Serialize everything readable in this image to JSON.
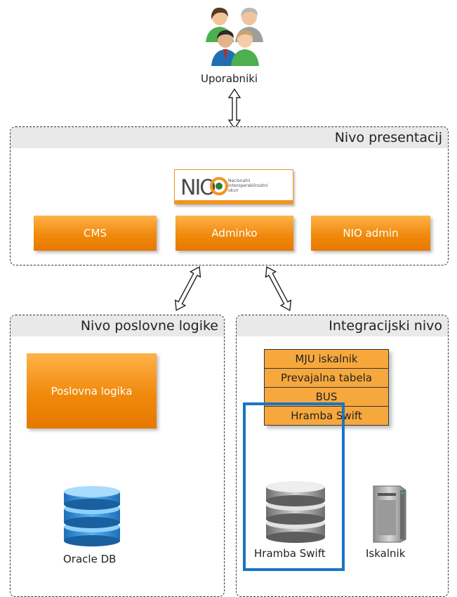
{
  "users": {
    "label": "Uporabniki",
    "icon": "users-group-icon"
  },
  "presentation_tier": {
    "title": "Nivo presentacij",
    "logo": {
      "text": "NIO",
      "subtitle_lines": [
        "Nacionalni",
        "interoperabilnostni",
        "okvir"
      ]
    },
    "buttons": [
      "CMS",
      "Adminko",
      "NIO admin"
    ]
  },
  "business_tier": {
    "title": "Nivo poslovne logike",
    "box": "Poslovna logika",
    "db_label": "Oracle DB"
  },
  "integration_tier": {
    "title": "Integracijski nivo",
    "stack": [
      "MJU iskalnik",
      "Prevajalna tabela",
      "BUS",
      "Hramba Swift"
    ],
    "storage_label": "Hramba Swift",
    "server_label": "Iskalnik"
  },
  "colors": {
    "accent_orange": "#f08a0c",
    "highlight_blue": "#1a74c4",
    "db_blue": "#2f8fd6",
    "db_gray": "#9a9a9a"
  }
}
